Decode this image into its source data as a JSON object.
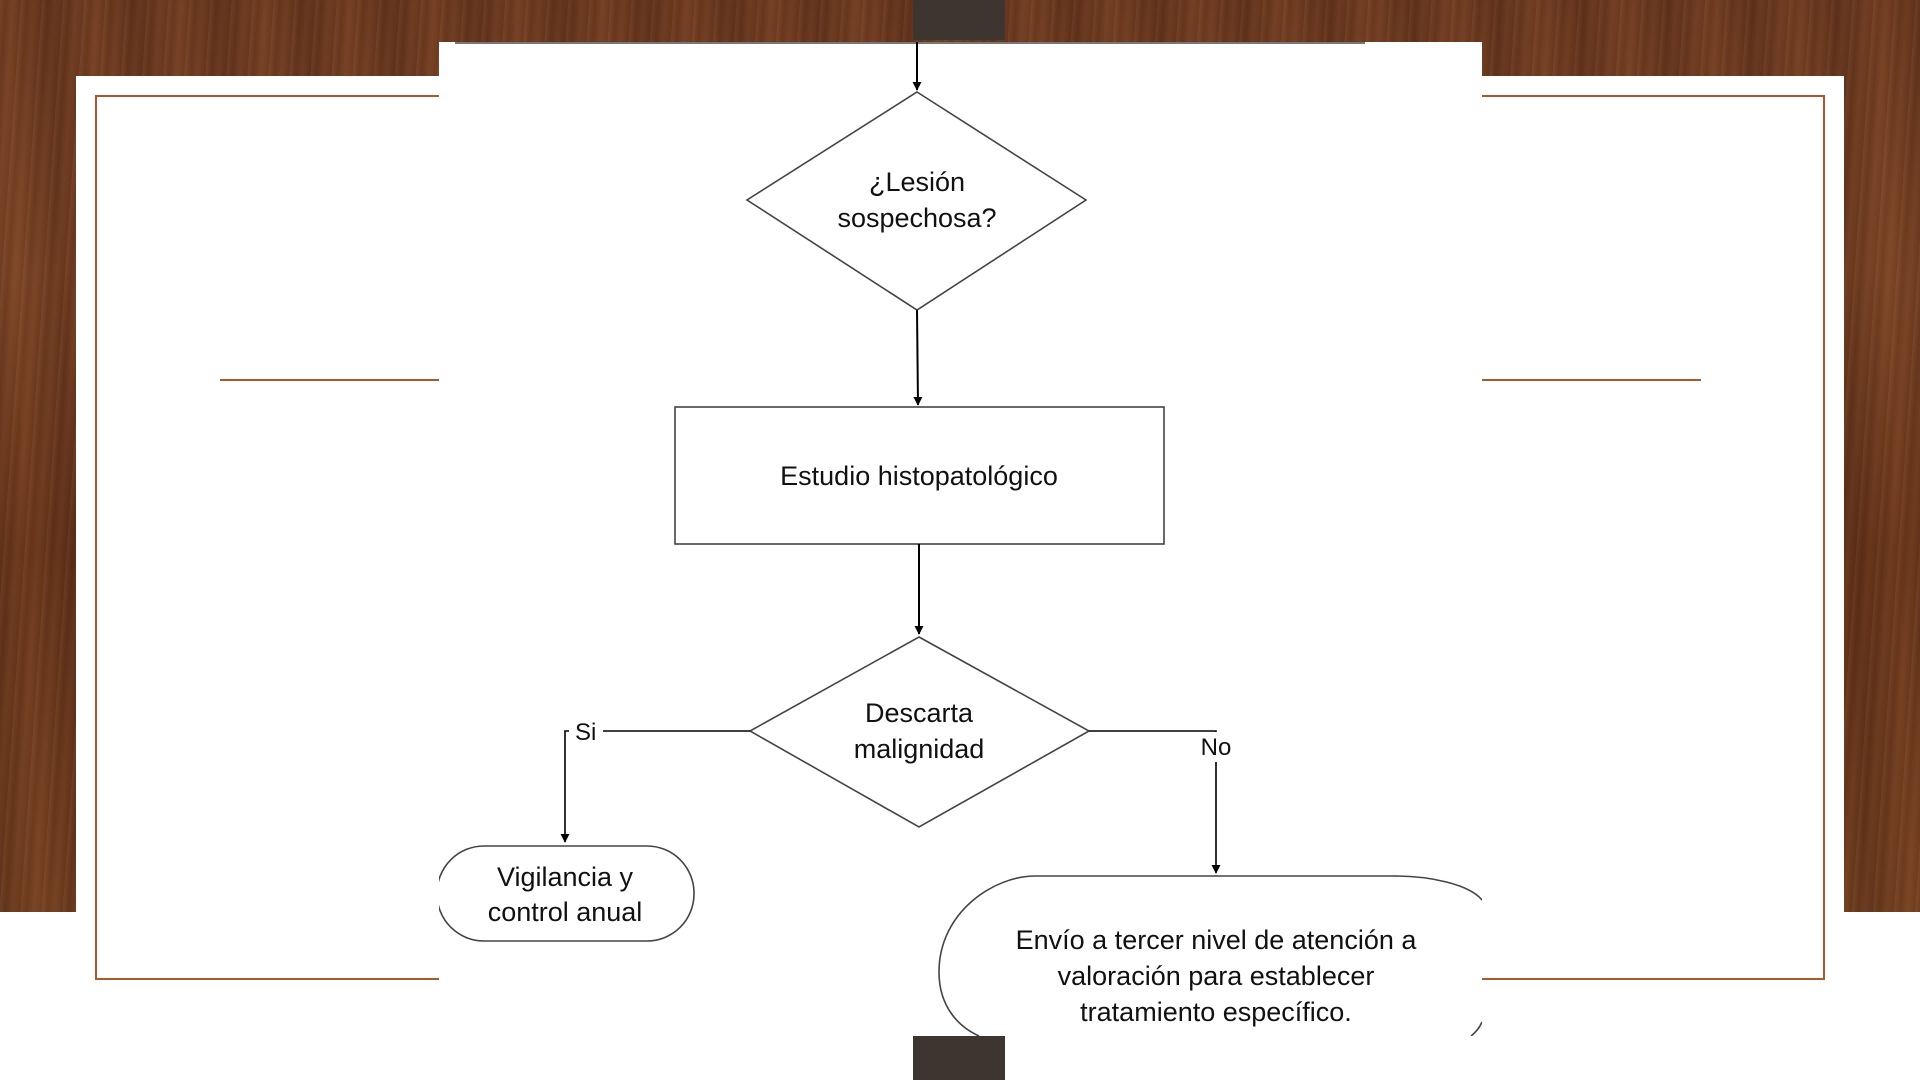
{
  "diagram": {
    "nodes": {
      "suspicious_lesion": {
        "lines": [
          "¿Lesión",
          "sospechosa?"
        ]
      },
      "histopathology": {
        "label": "Estudio histopatológico"
      },
      "rules_out_malignancy": {
        "lines": [
          "Descarta",
          "malignidad"
        ]
      },
      "surveillance": {
        "lines": [
          "Vigilancia y",
          "control anual"
        ]
      },
      "referral": {
        "lines": [
          "Envío a tercer nivel de atención a",
          "valoración para establecer",
          "tratamiento específico."
        ]
      }
    },
    "edges": {
      "yes_label": "Si",
      "no_label": "No"
    }
  }
}
